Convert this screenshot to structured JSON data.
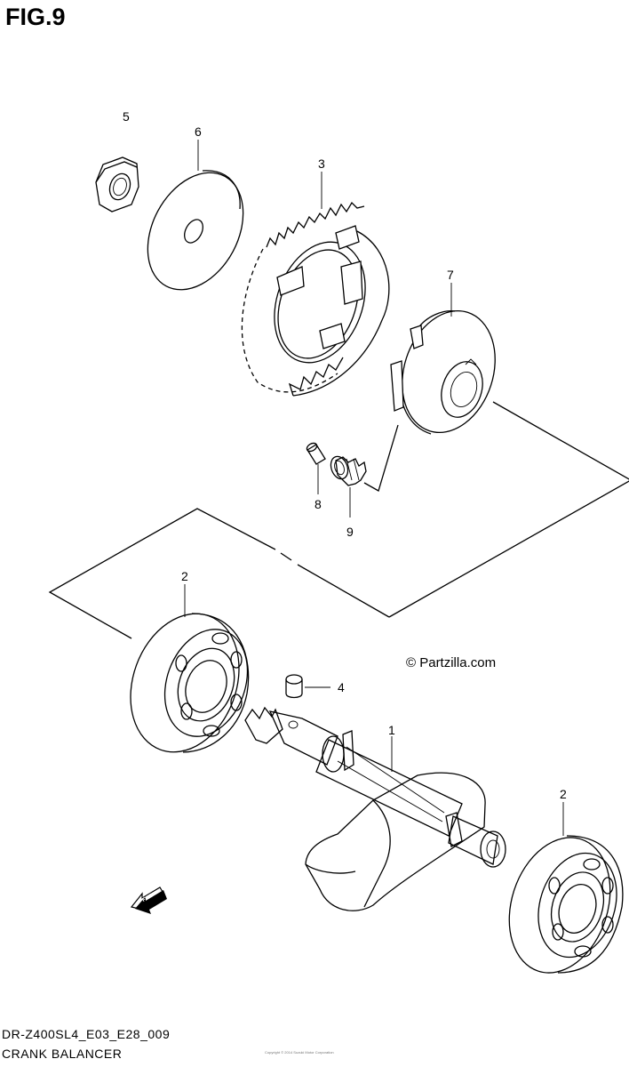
{
  "figure": {
    "title": "FIG.9",
    "model_code": "DR-Z400SL4_E03_E28_009",
    "section_title": "CRANK BALANCER",
    "watermark": "© Partzilla.com",
    "direction_marker": "FWD",
    "tiny_text": "Copyright © 2014 Suzuki Motor Corporation"
  },
  "callouts": [
    {
      "id": "5",
      "label": "5"
    },
    {
      "id": "6",
      "label": "6"
    },
    {
      "id": "3",
      "label": "3"
    },
    {
      "id": "7",
      "label": "7"
    },
    {
      "id": "8",
      "label": "8"
    },
    {
      "id": "9",
      "label": "9"
    },
    {
      "id": "2a",
      "label": "2"
    },
    {
      "id": "4",
      "label": "4"
    },
    {
      "id": "1",
      "label": "1"
    },
    {
      "id": "2b",
      "label": "2"
    }
  ]
}
